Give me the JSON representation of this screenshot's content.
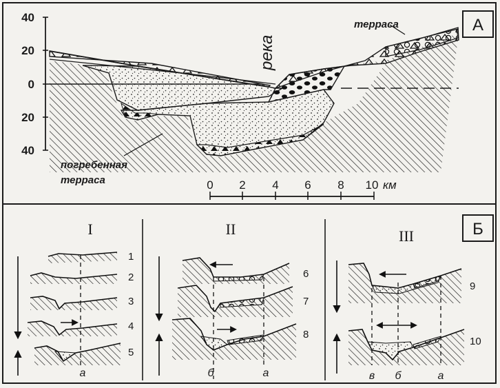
{
  "panel_a": {
    "panel_letter": "А",
    "y_ticks": [
      "40",
      "20",
      "0",
      "20",
      "40"
    ],
    "river_label": "река",
    "terrace_label": "терраса",
    "buried_terrace_label": [
      "погребенная",
      "терраса"
    ],
    "scale_ticks": [
      "0",
      "2",
      "4",
      "6",
      "8",
      "10"
    ],
    "scale_unit": "км"
  },
  "panel_b": {
    "panel_letter": "Б",
    "groups": [
      {
        "numeral": "I",
        "profile_numbers": [
          "1",
          "2",
          "3",
          "4",
          "5"
        ],
        "bottom_letters": [
          "а"
        ]
      },
      {
        "numeral": "II",
        "profile_numbers": [
          "6",
          "7",
          "8"
        ],
        "bottom_letters": [
          "б",
          "а"
        ]
      },
      {
        "numeral": "III",
        "profile_numbers": [
          "9",
          "10"
        ],
        "bottom_letters": [
          "в",
          "б",
          "а"
        ]
      }
    ]
  },
  "colors": {
    "ink": "#1a1a1a",
    "paper": "#f3f2ee",
    "fill": "#e9e8e3"
  }
}
